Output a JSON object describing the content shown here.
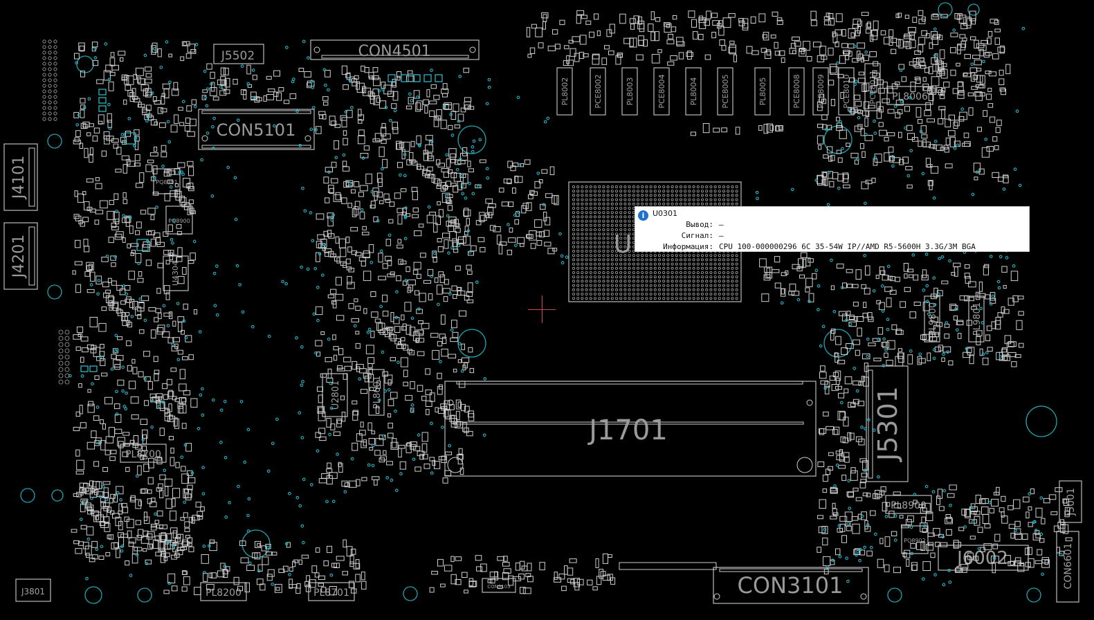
{
  "board_labels": {
    "con4501": "CON4501",
    "j5502": "J5502",
    "con5101": "CON5101",
    "j4101": "J4101",
    "j4201": "J4201",
    "j1701": "J1701",
    "j5301": "J5301",
    "con3101": "CON3101",
    "j6002": "J6002",
    "con6601": "CON6601",
    "j5001": "J5001",
    "j3801": "J3801",
    "pl8700": "PL8700",
    "pl8200": "PL8200",
    "pl8701": "PL8701",
    "pl8900": "PL8900",
    "pl8006": "PL8006",
    "pl9800": "PL9800",
    "pl9801": "PL9801",
    "pl8601": "PL8601",
    "u2801": "U2801",
    "u4304": "U4304",
    "pq8902": "PQ8902",
    "pq8901": "PQ8901",
    "pq8900": "PQ8900",
    "u0301_partial": "U",
    "con3103": "CON3103",
    "u0301_small": "U0301"
  },
  "vertical_parts": [
    {
      "label": "PL8002"
    },
    {
      "label": "PCE8002"
    },
    {
      "label": "PL8003"
    },
    {
      "label": "PCE8004"
    },
    {
      "label": "PL8004"
    },
    {
      "label": "PCE8005"
    },
    {
      "label": "PL8005"
    },
    {
      "label": "PCE8008"
    },
    {
      "label": "PCE8009"
    },
    {
      "label": "PCE8010"
    },
    {
      "label": "PCE8011"
    }
  ],
  "tooltip": {
    "icon": "info-icon",
    "title": "U0301",
    "pin_label": "Вывод:",
    "pin_value": "—",
    "signal_label": "Сигнал:",
    "signal_value": "—",
    "info_label": "Информация:",
    "info_value": "CPU 100-000000296 6C 35-54W IP//AMD R5-5600H 3.3G/3M BGA"
  },
  "colors": {
    "background": "#000000",
    "outline": "#bdbdbd",
    "via": "#20b8c8",
    "crosshair": "#d34a4a",
    "tooltip_bg": "#ffffff",
    "info_icon": "#1e72c9"
  }
}
